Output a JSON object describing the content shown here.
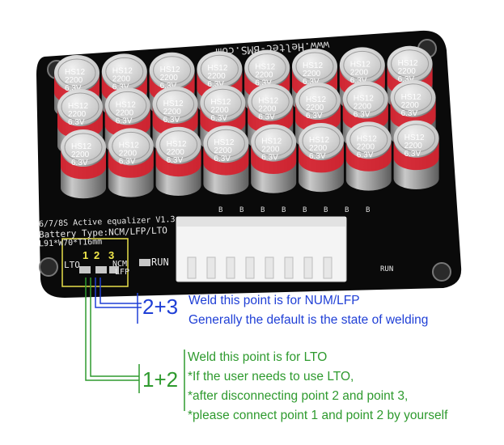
{
  "board": {
    "url": "www.Heltec-BMS.com",
    "model": "6/7/8S Active equalizer V1.3",
    "battery_type": "Battery Type:NCM/LFP/LTO",
    "dimensions": "L91*W70*T16mm",
    "point1": "1",
    "point2": "2",
    "point3": "3",
    "lto_label": "LTO",
    "ncm_label": "NCM",
    "lfp_label": "LFP",
    "run_label": "RUN",
    "run_small": "RUN",
    "connector_pins": [
      "B",
      "B",
      "B",
      "B",
      "B",
      "B",
      "B",
      "B"
    ]
  },
  "capacitor": {
    "line1": "HS12",
    "line2": "2200",
    "line3": "6.3V",
    "count": 24
  },
  "annotation_top": {
    "label": "2+3",
    "line1": "Weld this point is for NUM/LFP",
    "line2": "Generally the default is the state of welding"
  },
  "annotation_bottom": {
    "label": "1+2",
    "line1": "Weld this point is for LTO",
    "line2": "*If the user needs to use LTO,",
    "line3": "*after disconnecting point 2 and point 3,",
    "line4": "*please connect point 1 and point 2 by yourself"
  },
  "colors": {
    "pcb": "#0a0a0a",
    "capacitor_body": "#9a9a9a",
    "capacitor_top": "#d6202c",
    "annotation_blue": "#1f3fd6",
    "annotation_green": "#2e9a2e",
    "highlight_box": "#e8e04a"
  }
}
